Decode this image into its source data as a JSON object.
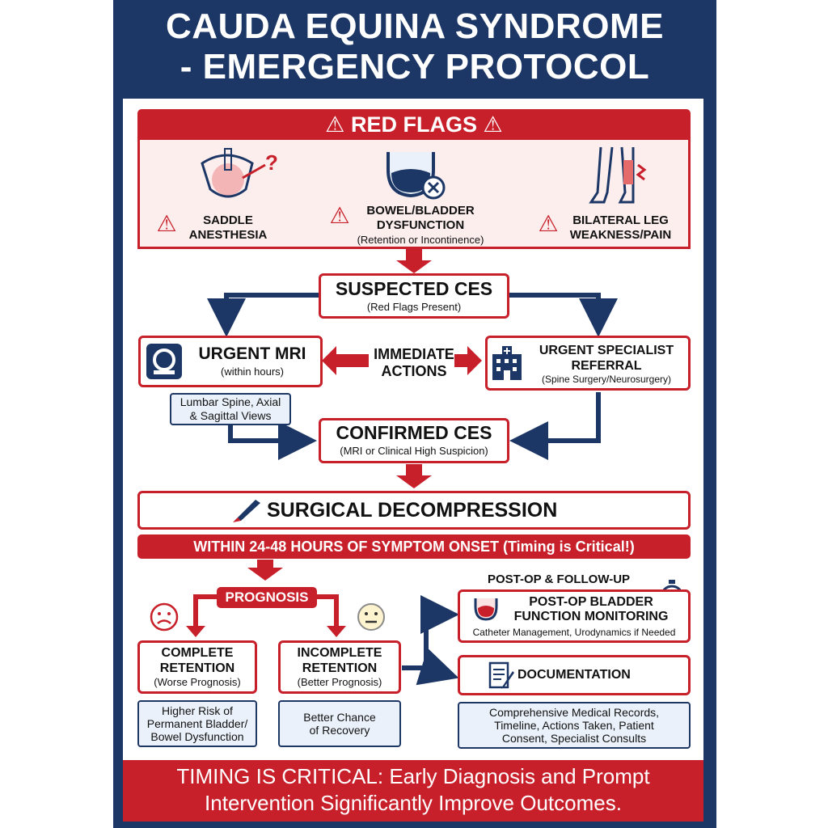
{
  "title": {
    "line1": "CAUDA EQUINA SYNDROME",
    "line2": "- EMERGENCY PROTOCOL"
  },
  "red_flags": {
    "heading": "RED FLAGS",
    "items": [
      {
        "icon": "pelvis-icon",
        "line1": "SADDLE",
        "line2": "ANESTHESIA",
        "sub": ""
      },
      {
        "icon": "bladder-icon",
        "line1": "BOWEL/BLADDER",
        "line2": "DYSFUNCTION",
        "sub": "(Retention or Incontinence)"
      },
      {
        "icon": "legs-icon",
        "line1": "BILATERAL LEG",
        "line2": "WEAKNESS/PAIN",
        "sub": ""
      }
    ]
  },
  "suspected": {
    "label": "SUSPECTED CES",
    "sub": "(Red Flags Present)"
  },
  "mri": {
    "label": "URGENT MRI",
    "sub": "(within hours)",
    "note_line1": "Lumbar Spine, Axial",
    "note_line2": "& Sagittal Views"
  },
  "immediate": {
    "line1": "IMMEDIATE",
    "line2": "ACTIONS"
  },
  "referral": {
    "line1": "URGENT SPECIALIST",
    "line2": "REFERRAL",
    "sub": "(Spine Surgery/Neurosurgery)"
  },
  "confirmed": {
    "label": "CONFIRMED CES",
    "sub": "(MRI or Clinical High Suspicion)"
  },
  "surgery": {
    "label": "SURGICAL DECOMPRESSION",
    "timing": "WITHIN 24-48 HOURS OF SYMPTOM ONSET (Timing is Critical!)"
  },
  "prognosis": {
    "label": "PROGNOSIS",
    "complete": {
      "line1": "COMPLETE",
      "line2": "RETENTION",
      "sub": "(Worse Prognosis)",
      "note1": "Higher Risk of",
      "note2": "Permanent Bladder/",
      "note3": "Bowel Dysfunction"
    },
    "incomplete": {
      "line1": "INCOMPLETE",
      "line2": "RETENTION",
      "sub": "(Better Prognosis)",
      "note1": "Better Chance",
      "note2": "of Recovery"
    }
  },
  "postop": {
    "heading": "POST-OP & FOLLOW-UP",
    "bladder": {
      "line1": "POST-OP BLADDER",
      "line2": "FUNCTION MONITORING",
      "sub": "Catheter Management, Urodynamics if Needed"
    },
    "documentation": {
      "label": "DOCUMENTATION",
      "note1": "Comprehensive Medical Records,",
      "note2": "Timeline, Actions Taken, Patient",
      "note3": "Consent, Specialist Consults"
    }
  },
  "footer": {
    "line1": "TIMING IS CRITICAL: Early Diagnosis and Prompt",
    "line2": "Intervention Significantly Improve Outcomes."
  },
  "colors": {
    "navy": "#1c3765",
    "red": "#c8202a",
    "light_blue": "#eaf1fa"
  }
}
